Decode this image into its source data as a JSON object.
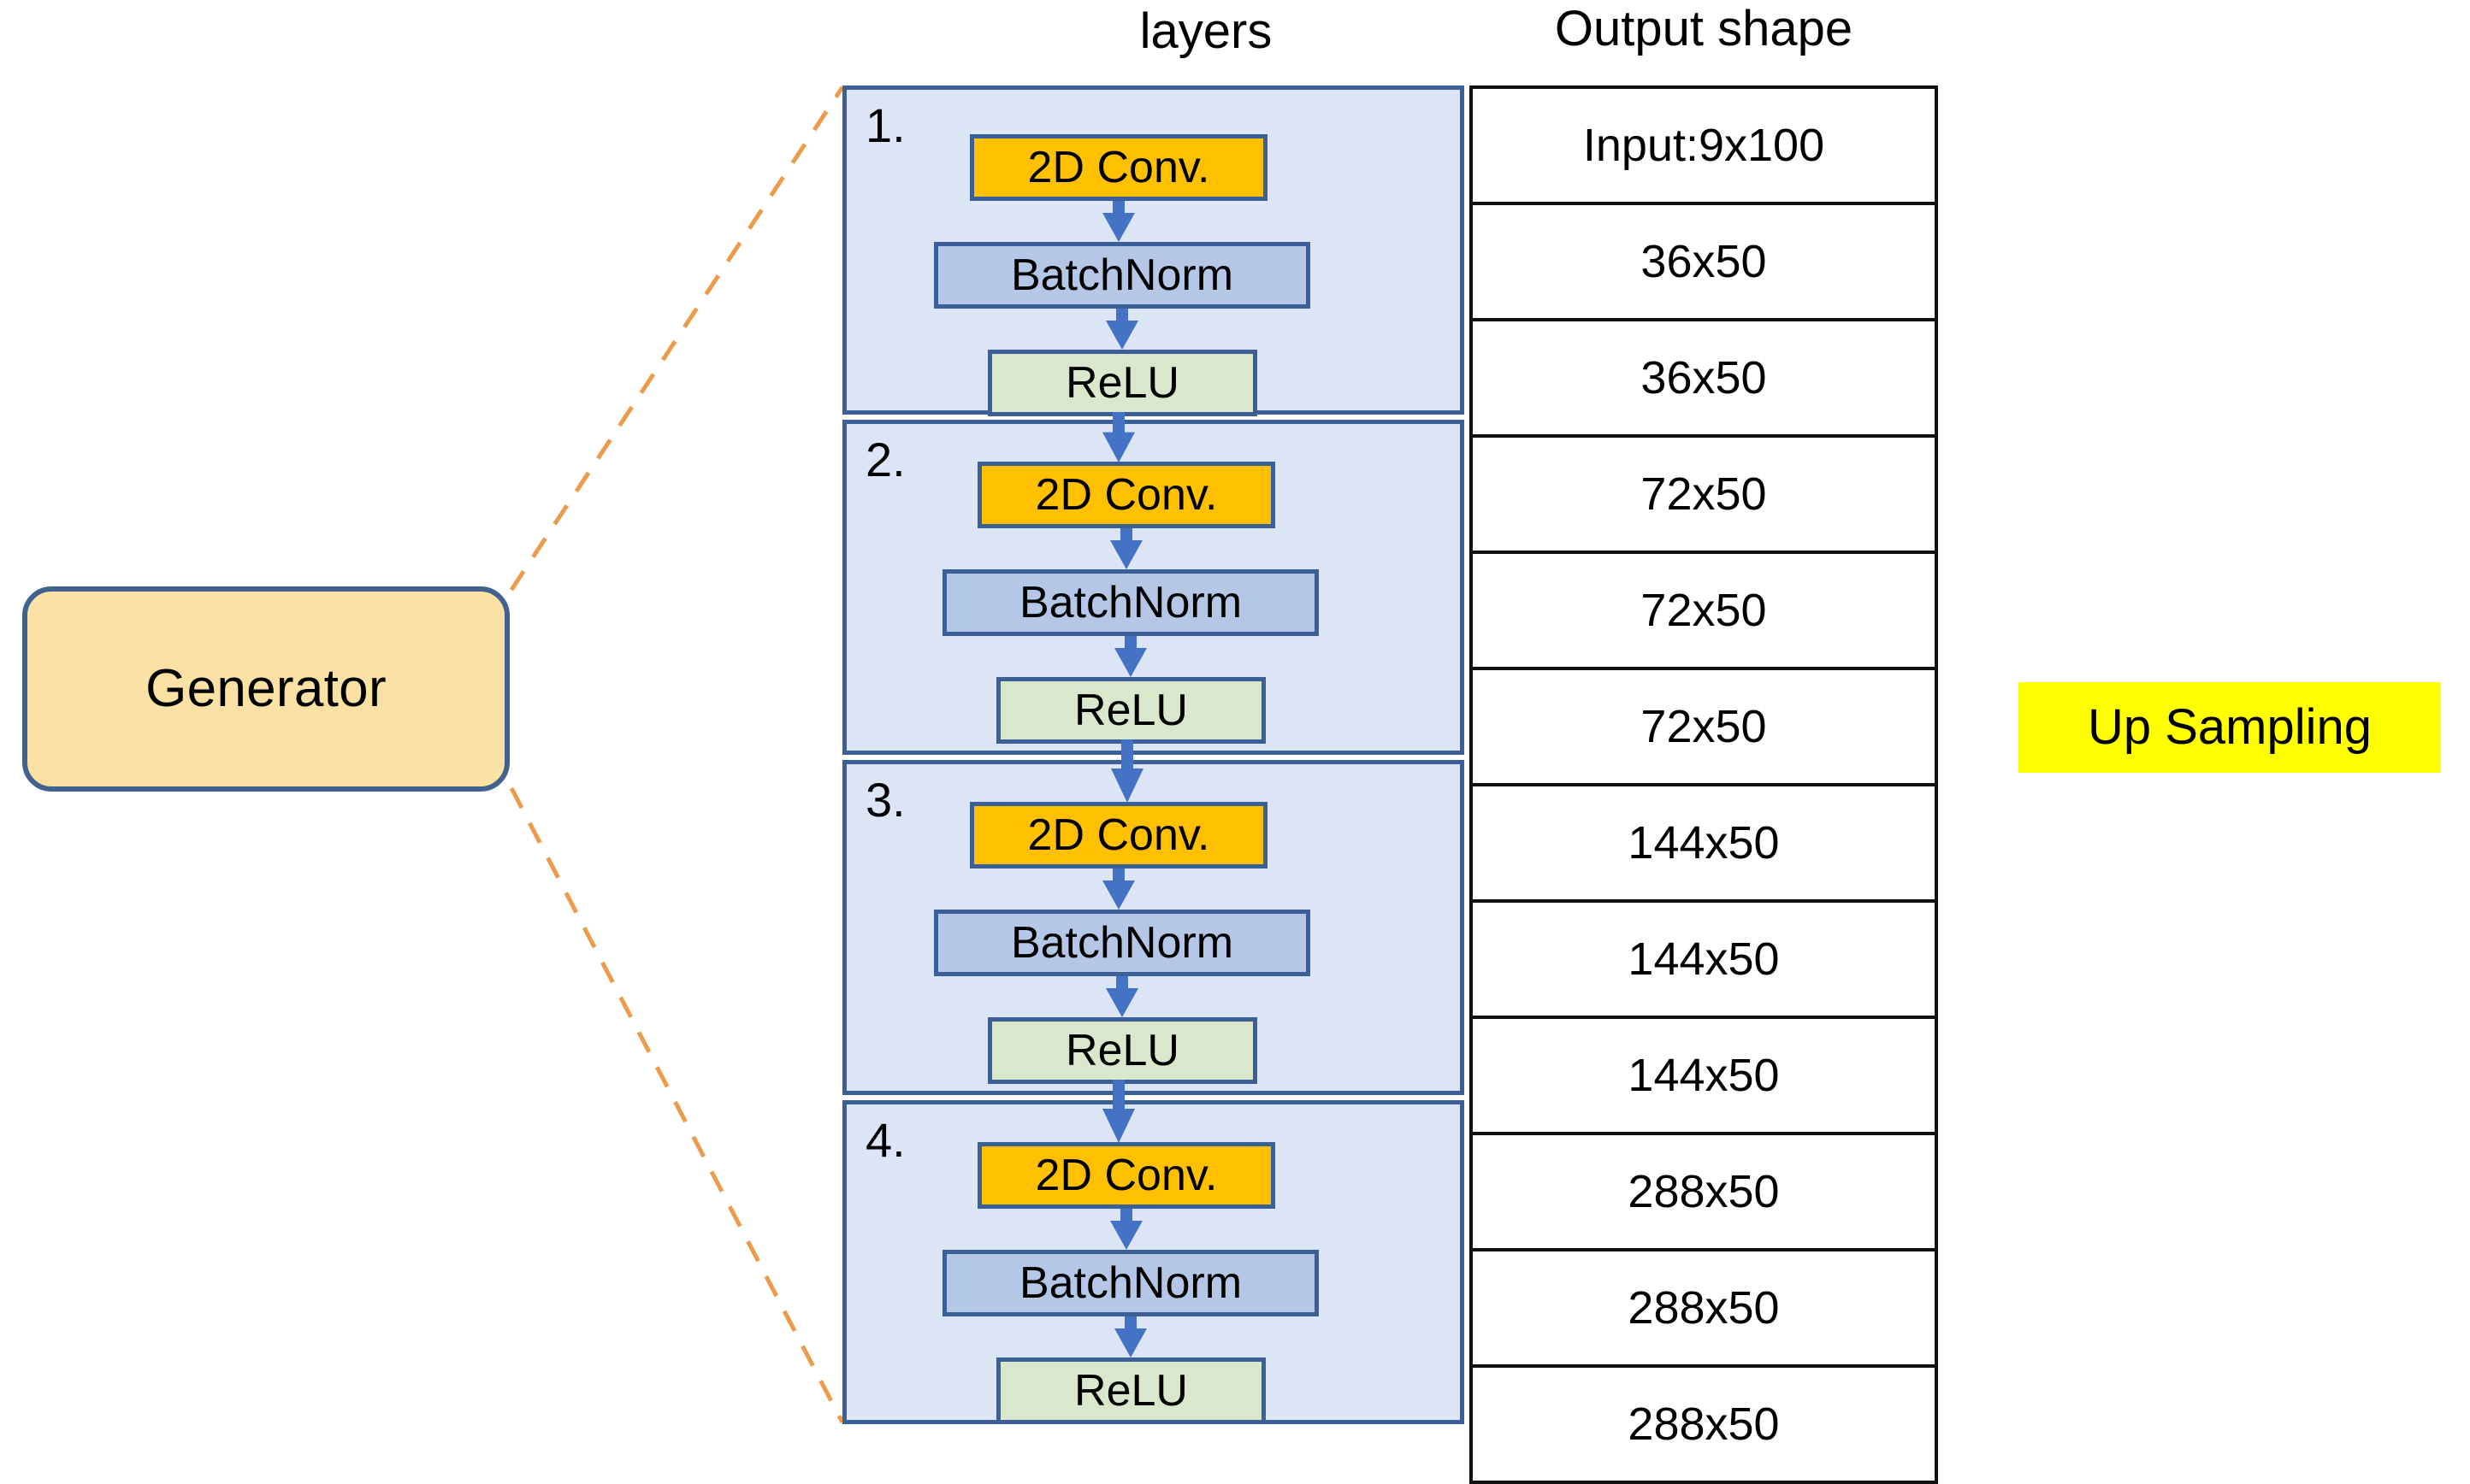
{
  "headers": {
    "layers": "layers",
    "output_shape": "Output shape"
  },
  "generator": {
    "label": "Generator"
  },
  "annotation": {
    "up_sampling": "Up Sampling"
  },
  "colors": {
    "conv": "#FFC000",
    "batchnorm": "#B4C7E7",
    "relu": "#D9E7CD",
    "block_fill": "#DCE5F5",
    "block_border": "#3B6097",
    "generator_fill": "#FBE2A4",
    "generator_border": "#41628F",
    "connector": "#ED9A4B",
    "arrow": "#4472C4",
    "table_border": "#111111",
    "up_sampling_fill": "#FFFF00"
  },
  "layers": [
    {
      "index": "1.",
      "nodes": [
        {
          "label": "2D Conv.",
          "type": "conv"
        },
        {
          "label": "BatchNorm",
          "type": "batchnorm"
        },
        {
          "label": "ReLU",
          "type": "relu"
        }
      ]
    },
    {
      "index": "2.",
      "nodes": [
        {
          "label": "2D Conv.",
          "type": "conv"
        },
        {
          "label": "BatchNorm",
          "type": "batchnorm"
        },
        {
          "label": "ReLU",
          "type": "relu"
        }
      ]
    },
    {
      "index": "3.",
      "nodes": [
        {
          "label": "2D Conv.",
          "type": "conv"
        },
        {
          "label": "BatchNorm",
          "type": "batchnorm"
        },
        {
          "label": "ReLU",
          "type": "relu"
        }
      ]
    },
    {
      "index": "4.",
      "nodes": [
        {
          "label": "2D Conv.",
          "type": "conv"
        },
        {
          "label": "BatchNorm",
          "type": "batchnorm"
        },
        {
          "label": "ReLU",
          "type": "relu"
        }
      ]
    }
  ],
  "output_shapes": [
    "Input:9x100",
    "36x50",
    "36x50",
    "72x50",
    "72x50",
    "72x50",
    "144x50",
    "144x50",
    "144x50",
    "288x50",
    "288x50",
    "288x50"
  ]
}
